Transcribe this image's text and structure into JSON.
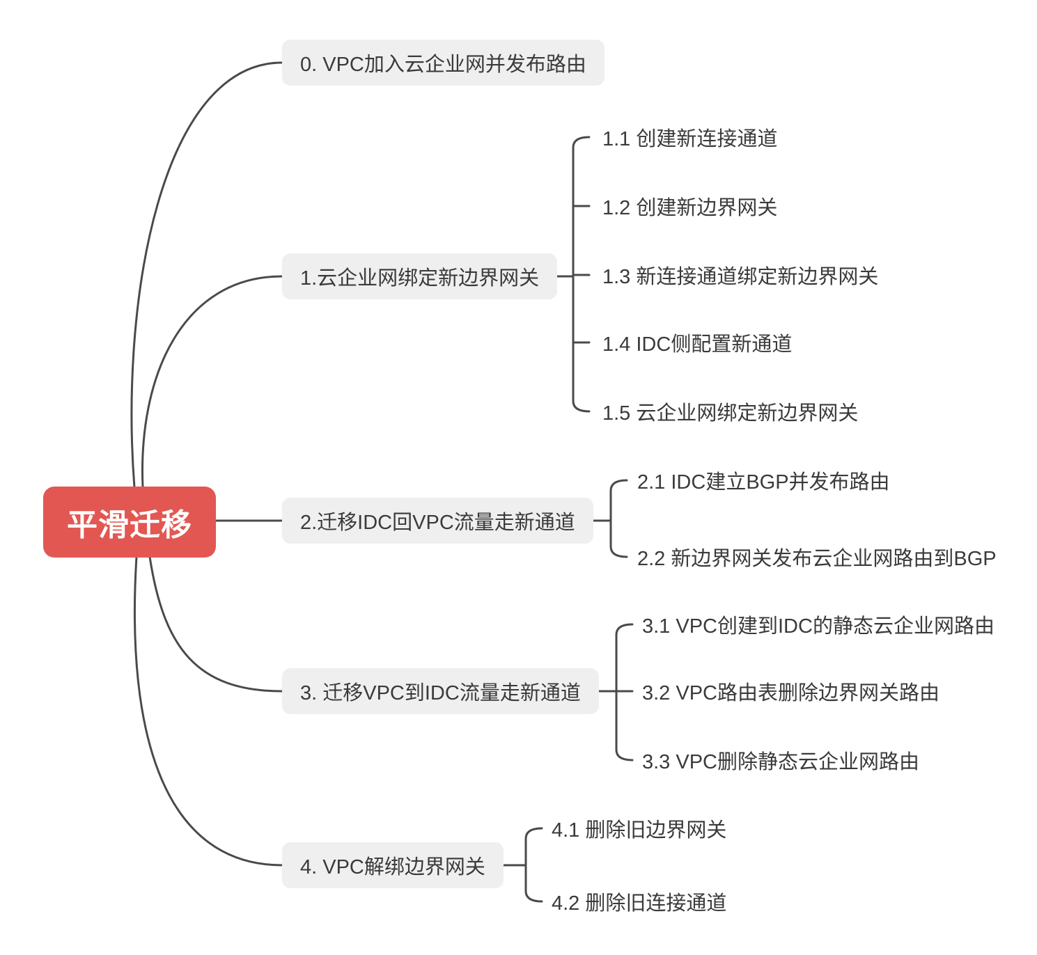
{
  "root": {
    "label": "平滑迁移"
  },
  "branches": [
    {
      "label": "0. VPC加入云企业网并发布路由",
      "children": []
    },
    {
      "label": "1.云企业网绑定新边界网关",
      "children": [
        {
          "label": "1.1 创建新连接通道"
        },
        {
          "label": "1.2 创建新边界网关"
        },
        {
          "label": "1.3 新连接通道绑定新边界网关"
        },
        {
          "label": "1.4 IDC侧配置新通道"
        },
        {
          "label": "1.5 云企业网绑定新边界网关"
        }
      ]
    },
    {
      "label": "2.迁移IDC回VPC流量走新通道",
      "children": [
        {
          "label": "2.1 IDC建立BGP并发布路由"
        },
        {
          "label": "2.2 新边界网关发布云企业网路由到BGP"
        }
      ]
    },
    {
      "label": "3. 迁移VPC到IDC流量走新通道",
      "children": [
        {
          "label": "3.1 VPC创建到IDC的静态云企业网路由"
        },
        {
          "label": "3.2 VPC路由表删除边界网关路由"
        },
        {
          "label": "3.3 VPC删除静态云企业网路由"
        }
      ]
    },
    {
      "label": "4. VPC解绑边界网关",
      "children": [
        {
          "label": "4.1 删除旧边界网关"
        },
        {
          "label": "4.2 删除旧连接通道"
        }
      ]
    }
  ],
  "colors": {
    "root_bg": "#e25752",
    "branch_bg": "#efefef",
    "line": "#4a4a4a",
    "text": "#3a3a3a"
  }
}
